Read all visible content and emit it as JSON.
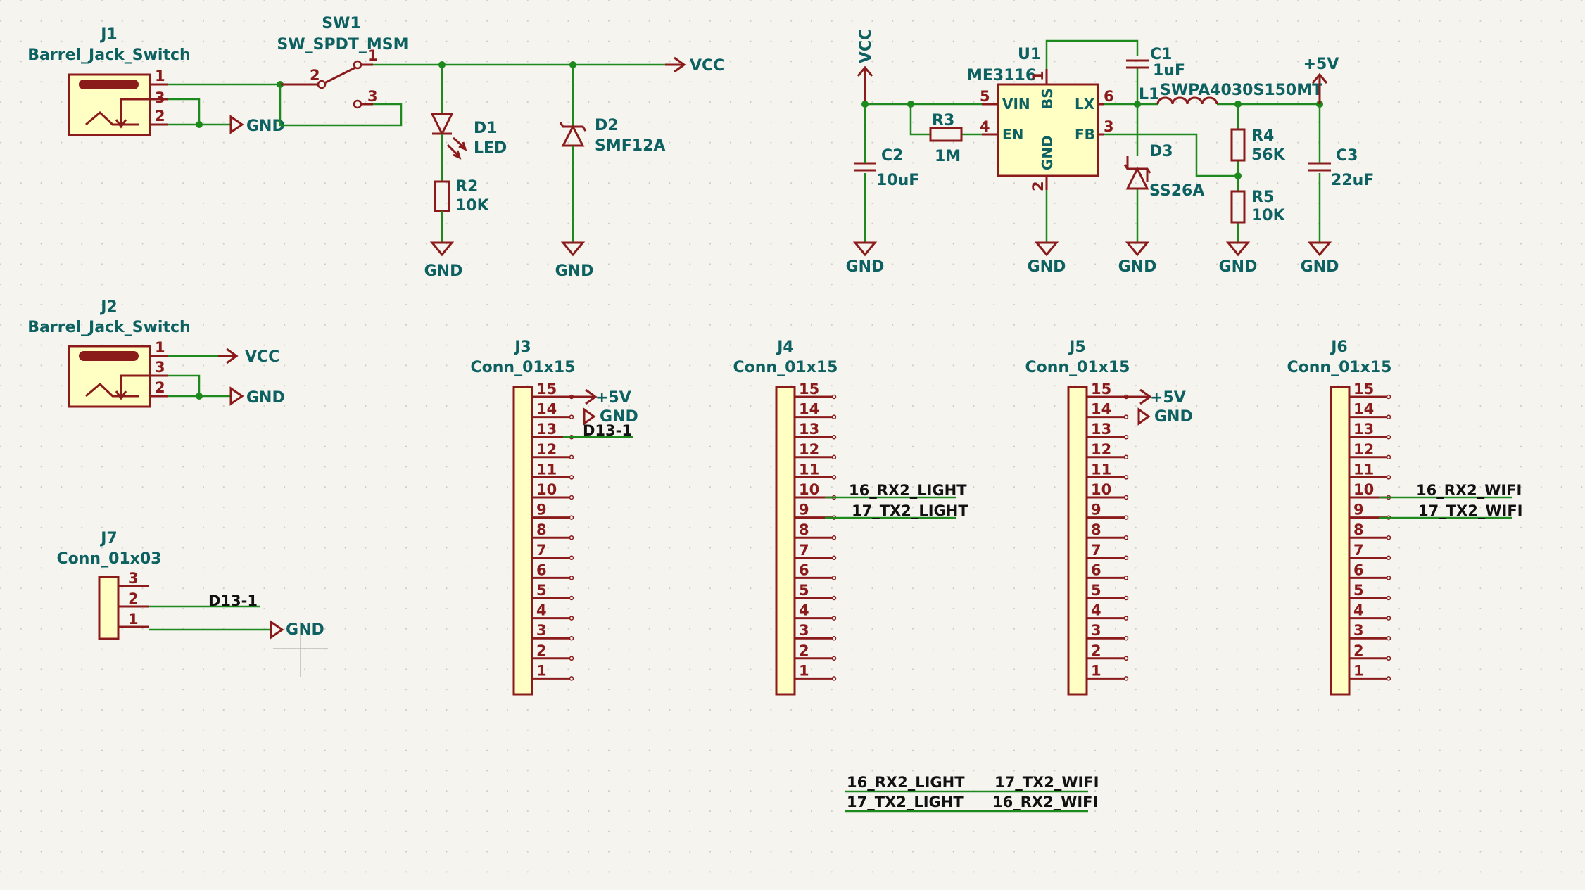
{
  "schematic": {
    "J1": {
      "ref": "J1",
      "value": "Barrel_Jack_Switch",
      "pins": [
        "1",
        "3",
        "2"
      ]
    },
    "SW1": {
      "ref": "SW1",
      "value": "SW_SPDT_MSM",
      "pins": [
        "1",
        "2",
        "3"
      ]
    },
    "D1": {
      "ref": "D1",
      "value": "LED"
    },
    "R2": {
      "ref": "R2",
      "value": "10K"
    },
    "D2": {
      "ref": "D2",
      "value": "SMF12A"
    },
    "U1": {
      "ref": "U1",
      "value": "ME3116",
      "pins": {
        "vin": "5",
        "en": "4",
        "bs": "1",
        "gnd": "2",
        "lx": "6",
        "fb": "3"
      },
      "names": {
        "vin": "VIN",
        "en": "EN",
        "bs": "BS",
        "gnd": "GND",
        "lx": "LX",
        "fb": "FB"
      }
    },
    "C1": {
      "ref": "C1",
      "value": "1uF"
    },
    "C2": {
      "ref": "C2",
      "value": "10uF"
    },
    "C3": {
      "ref": "C3",
      "value": "22uF"
    },
    "R3": {
      "ref": "R3",
      "value": "1M"
    },
    "R4": {
      "ref": "R4",
      "value": "56K"
    },
    "R5": {
      "ref": "R5",
      "value": "10K"
    },
    "L1": {
      "ref": "L1",
      "value": "SWPA4030S150MT"
    },
    "D3": {
      "ref": "D3",
      "value": "SS26A"
    },
    "J2": {
      "ref": "J2",
      "value": "Barrel_Jack_Switch",
      "pins": [
        "1",
        "3",
        "2"
      ]
    },
    "J7": {
      "ref": "J7",
      "value": "Conn_01x03",
      "pins": [
        "3",
        "2",
        "1"
      ]
    },
    "J3": {
      "ref": "J3",
      "value": "Conn_01x15"
    },
    "J4": {
      "ref": "J4",
      "value": "Conn_01x15"
    },
    "J5": {
      "ref": "J5",
      "value": "Conn_01x15"
    },
    "J6": {
      "ref": "J6",
      "value": "Conn_01x15"
    },
    "connector_pins": [
      "15",
      "14",
      "13",
      "12",
      "11",
      "10",
      "9",
      "8",
      "7",
      "6",
      "5",
      "4",
      "3",
      "2",
      "1"
    ]
  },
  "power": {
    "vcc": "VCC",
    "gnd": "GND",
    "p5v": "+5V"
  },
  "labels": {
    "d13": "D13-1",
    "rx_light": "16_RX2_LIGHT",
    "tx_light": "17_TX2_LIGHT",
    "rx_wifi": "16_RX2_WIFI",
    "tx_wifi": "17_TX2_WIFI"
  }
}
